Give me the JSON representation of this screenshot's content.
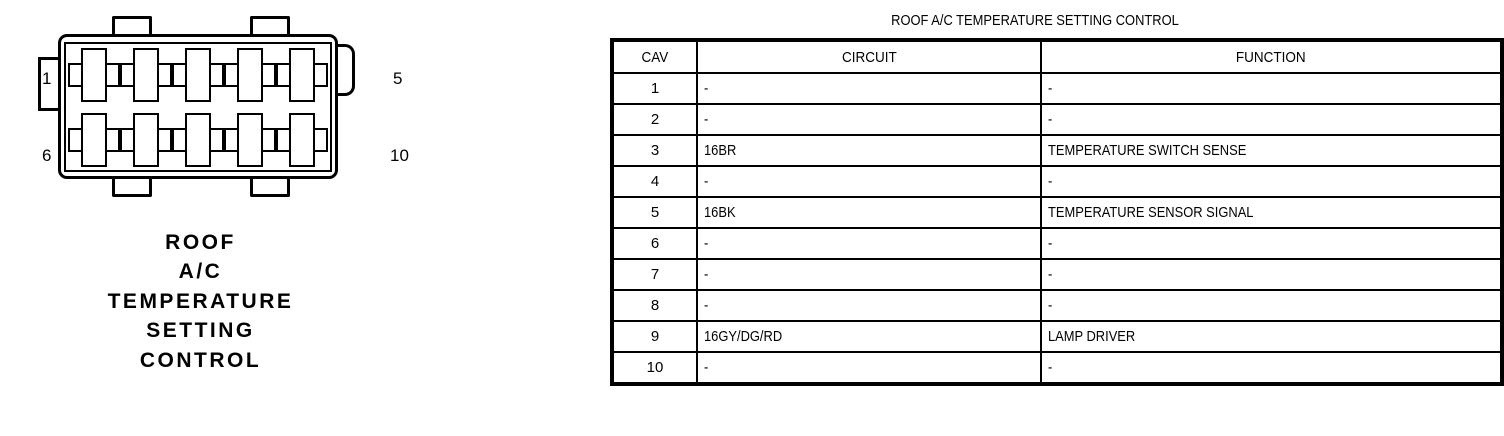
{
  "connector": {
    "caption_lines": [
      "ROOF",
      "A/C",
      "TEMPERATURE",
      "SETTING",
      "CONTROL"
    ],
    "pin_labels": {
      "top_left": "1",
      "top_right": "5",
      "bottom_left": "6",
      "bottom_right": "10"
    },
    "cavity_count": 10
  },
  "table": {
    "title": "ROOF A/C TEMPERATURE SETTING CONTROL",
    "headers": [
      "CAV",
      "CIRCUIT",
      "FUNCTION"
    ],
    "rows": [
      {
        "cav": "1",
        "circuit": "-",
        "function": "-"
      },
      {
        "cav": "2",
        "circuit": "-",
        "function": "-"
      },
      {
        "cav": "3",
        "circuit": "16BR",
        "function": "TEMPERATURE SWITCH SENSE"
      },
      {
        "cav": "4",
        "circuit": "-",
        "function": "-"
      },
      {
        "cav": "5",
        "circuit": "16BK",
        "function": "TEMPERATURE SENSOR SIGNAL"
      },
      {
        "cav": "6",
        "circuit": "-",
        "function": "-"
      },
      {
        "cav": "7",
        "circuit": "-",
        "function": "-"
      },
      {
        "cav": "8",
        "circuit": "-",
        "function": "-"
      },
      {
        "cav": "9",
        "circuit": "16GY/DG/RD",
        "function": "LAMP DRIVER"
      },
      {
        "cav": "10",
        "circuit": "-",
        "function": "-"
      }
    ]
  },
  "colors": {
    "ink": "#000000",
    "paper": "#ffffff"
  }
}
